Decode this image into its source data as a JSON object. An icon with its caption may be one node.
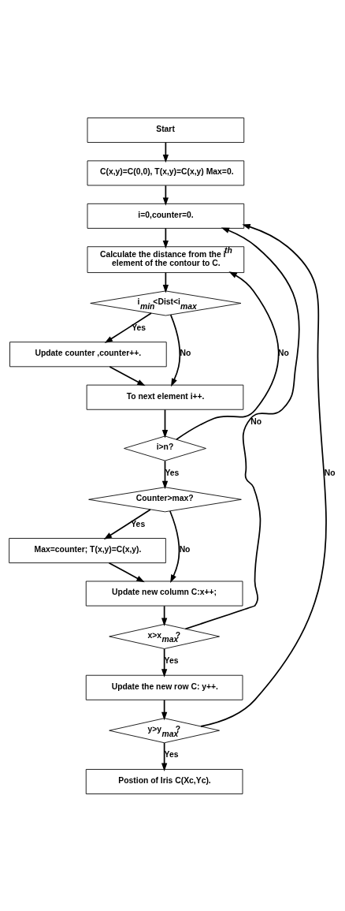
{
  "diagram": {
    "nodes": [
      {
        "text": [
          "Start"
        ]
      },
      {
        "text": [
          "C(x,y)=C(0,0), T(x,y)=C(x,y) Max=0."
        ]
      },
      {
        "text": [
          "i=0,counter=0."
        ]
      },
      {
        "text": [
          "Calculate the distance from the i$^{th}$ element of the contour to C."
        ]
      },
      {
        "text": [
          "i$_{min}$<Dist<i$_{max}$"
        ]
      },
      {
        "text": [
          "Update counter ,counter++."
        ]
      },
      {
        "text": [
          "To next element i++."
        ]
      },
      {
        "text": [
          "i>n?"
        ]
      },
      {
        "text": [
          "Counter>max?"
        ]
      },
      {
        "text": [
          "Max=counter; T(x,y)=C(x,y)."
        ]
      },
      {
        "text": [
          "Update new column C:x++;"
        ]
      },
      {
        "text": [
          "x>x$_{max}$?"
        ]
      },
      {
        "text": [
          "Update the new row C: y++."
        ]
      },
      {
        "text": [
          "y>y$_{max}$?"
        ]
      },
      {
        "text": [
          "Postion of Iris C(Xc,Yc)."
        ]
      }
    ],
    "edges": [
      {
        "from": 0,
        "to": 1,
        "arrow": "to"
      },
      {
        "from": 1,
        "to": 2,
        "arrow": "to"
      },
      {
        "from": 2,
        "to": 3,
        "arrow": "to"
      },
      {
        "from": 3,
        "to": 4,
        "arrow": "to"
      },
      {
        "from": 4,
        "to": 5,
        "arrow": "to",
        "label": "Yes"
      },
      {
        "from": 4,
        "to": 6,
        "arrow": "to",
        "label": "No"
      },
      {
        "from": 5,
        "to": 6,
        "arrow": "to"
      },
      {
        "from": 6,
        "to": 7,
        "arrow": "to"
      },
      {
        "from": 7,
        "to": 3,
        "arrow": "to",
        "label": "No"
      },
      {
        "from": 7,
        "to": 8,
        "arrow": "to",
        "label": "Yes"
      },
      {
        "from": 8,
        "to": 9,
        "arrow": "to",
        "label": "Yes"
      },
      {
        "from": 8,
        "to": 10,
        "arrow": "to",
        "label": "No"
      },
      {
        "from": 9,
        "to": 10,
        "arrow": "to"
      },
      {
        "from": 10,
        "to": 11,
        "arrow": "to"
      },
      {
        "from": 11,
        "to": 12,
        "arrow": "to",
        "label": "Yes"
      },
      {
        "from": 11,
        "to": 2,
        "arrow": "to",
        "label": "No"
      },
      {
        "from": 12,
        "to": 13,
        "arrow": "to"
      },
      {
        "from": 13,
        "to": 2,
        "arrow": "to",
        "label": "No"
      },
      {
        "from": 13,
        "to": 14,
        "arrow": "to",
        "label": "Yes"
      }
    ]
  }
}
